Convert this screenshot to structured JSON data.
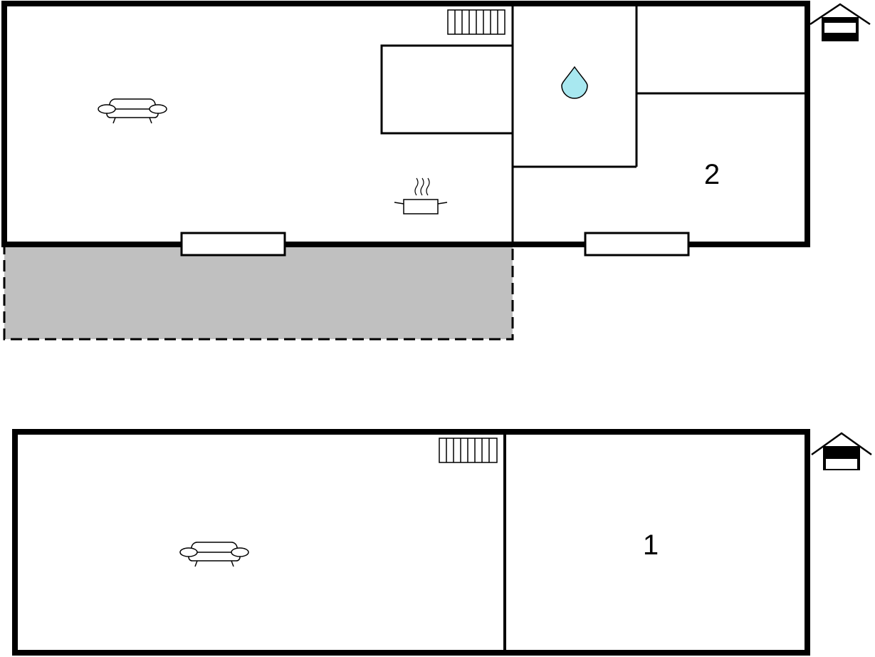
{
  "floors": [
    {
      "name": "upper-floor",
      "room_labels": [
        "2"
      ],
      "icons": [
        "sofa-icon",
        "radiator-icon",
        "cooking-pot-icon",
        "water-drop-icon",
        "house-floor-icon"
      ],
      "has_terrace": true
    },
    {
      "name": "ground-floor",
      "room_labels": [
        "1"
      ],
      "icons": [
        "sofa-icon",
        "radiator-icon",
        "house-floor-icon"
      ],
      "has_terrace": false
    }
  ],
  "colors": {
    "wall": "#000000",
    "terrace_fill": "#c0c0c0",
    "water": "#a8e8f0",
    "background": "#ffffff"
  }
}
